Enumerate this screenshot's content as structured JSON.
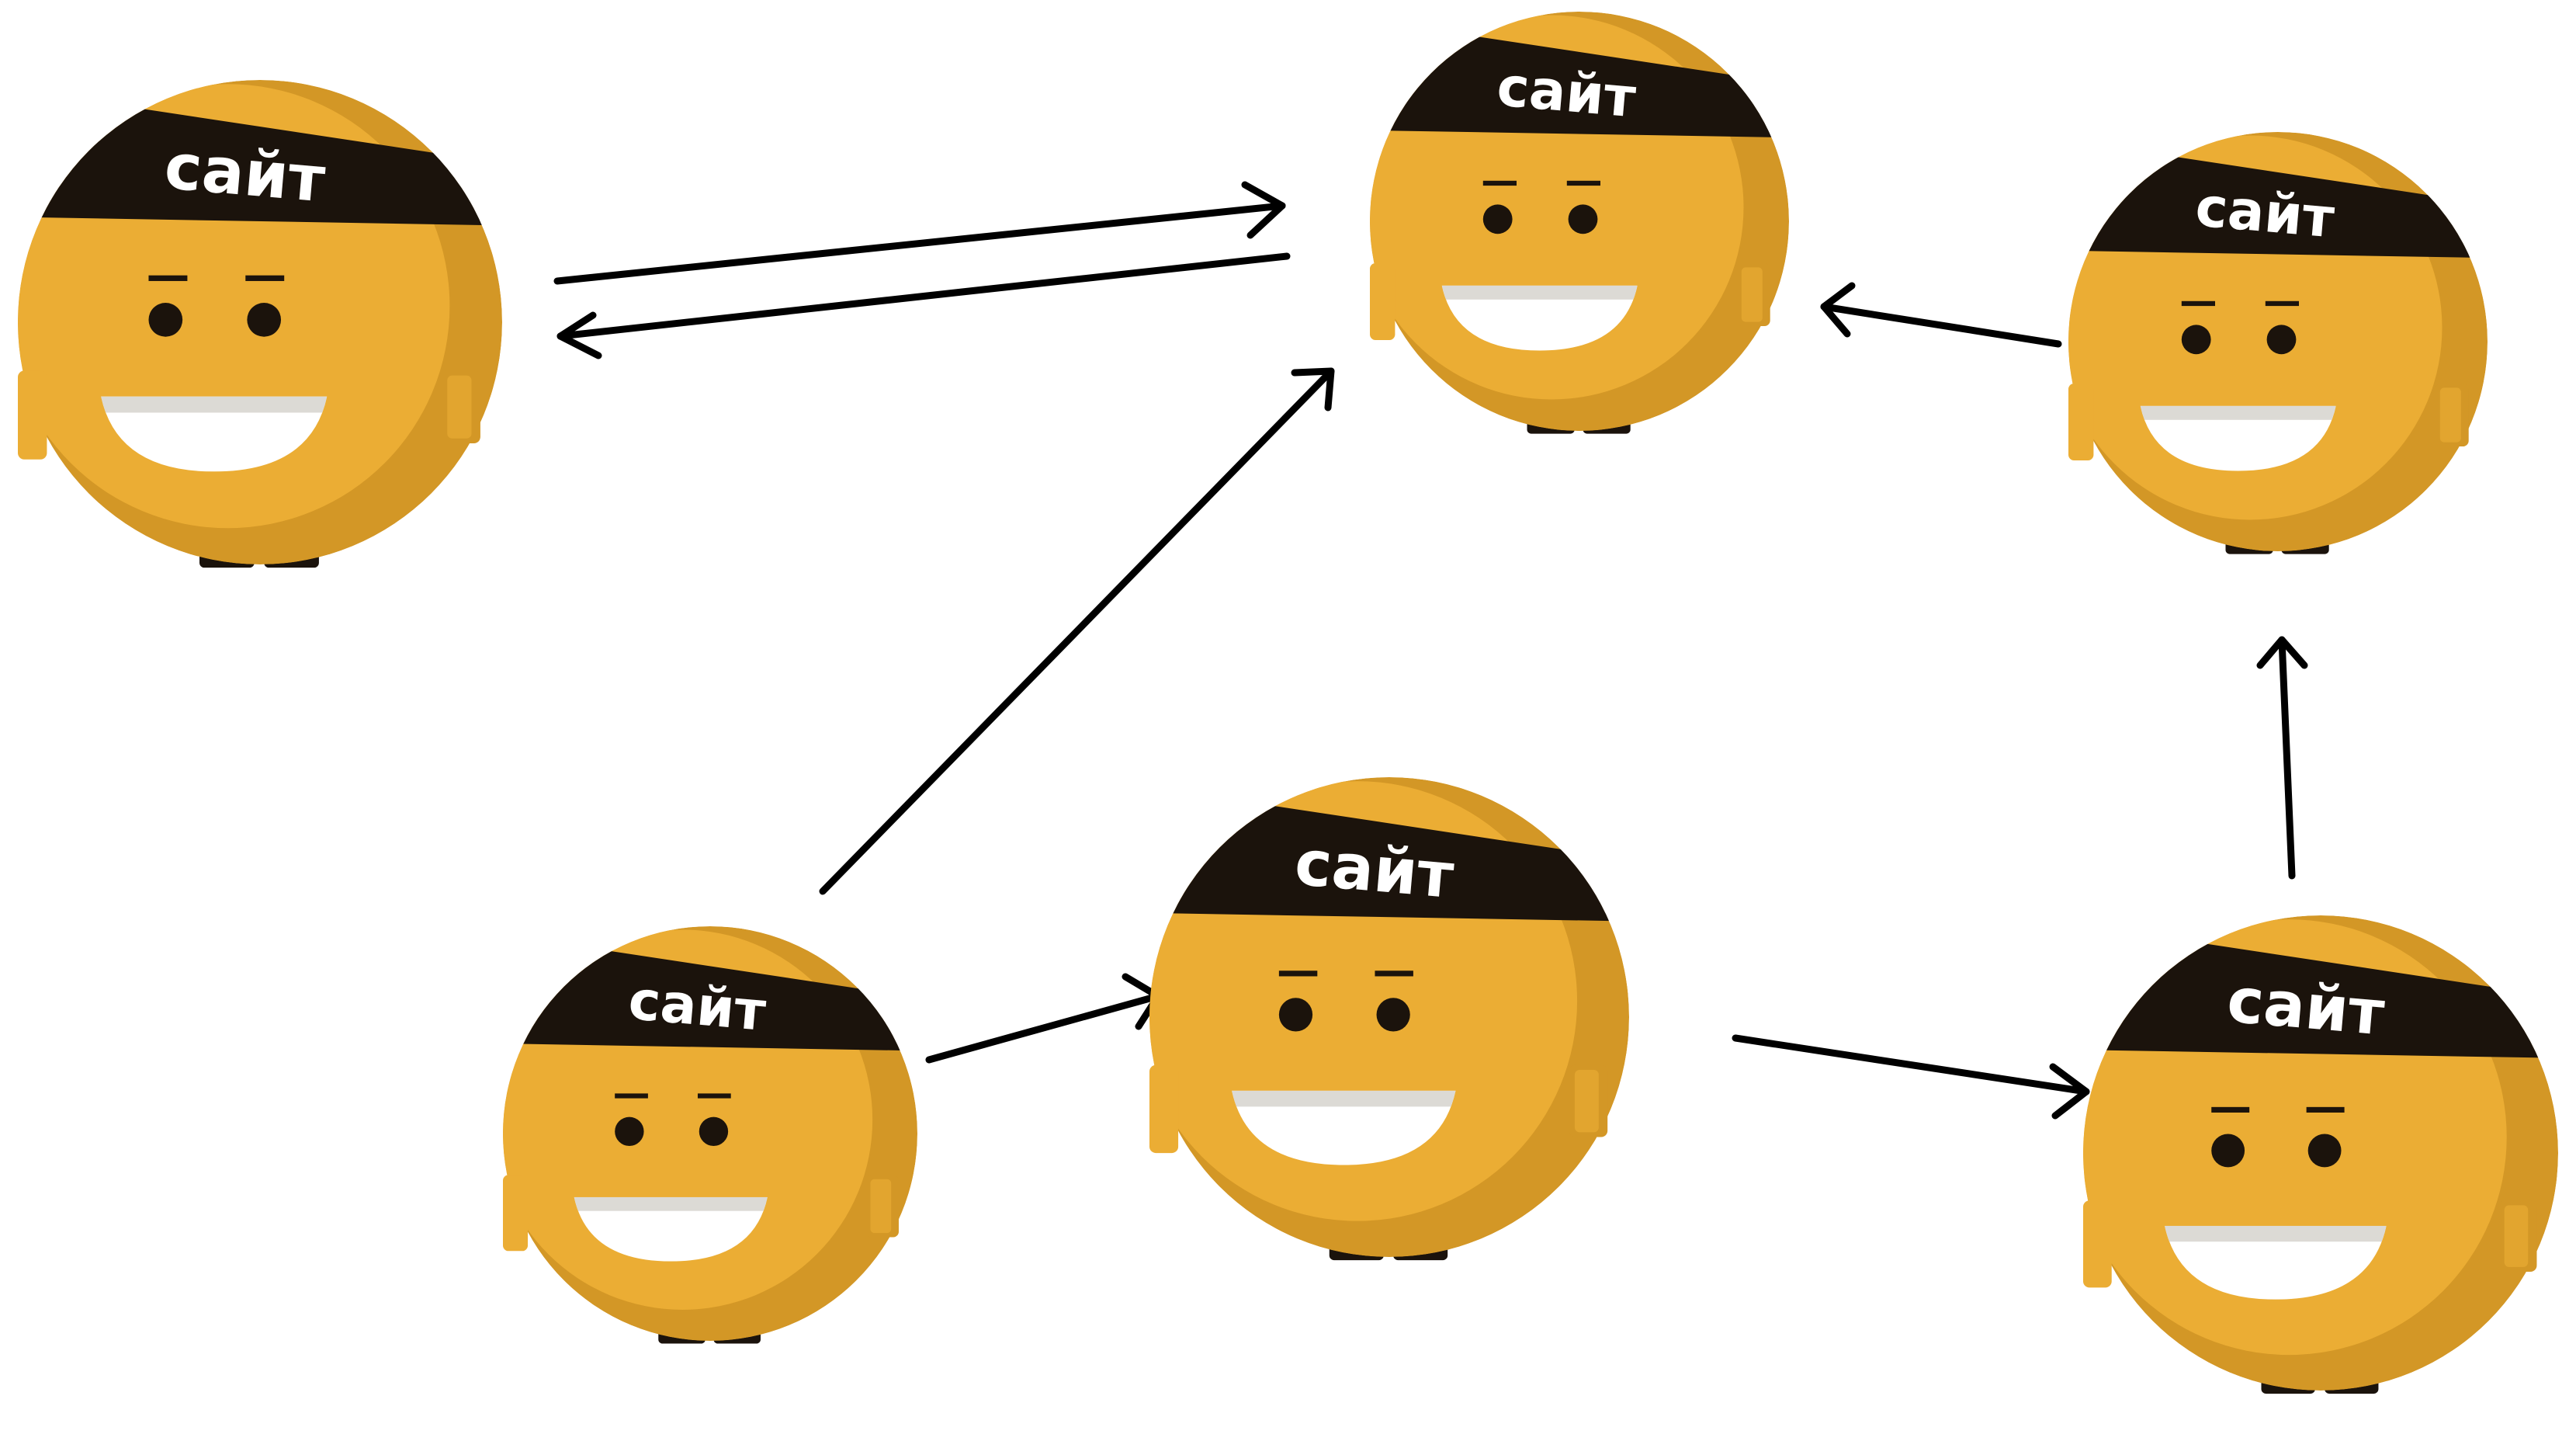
{
  "diagram": {
    "nodes": [
      {
        "id": "site-top-left",
        "label": "сайт"
      },
      {
        "id": "site-top-center",
        "label": "сайт"
      },
      {
        "id": "site-top-right",
        "label": "сайт"
      },
      {
        "id": "site-bottom-left",
        "label": "сайт"
      },
      {
        "id": "site-bottom-center",
        "label": "сайт"
      },
      {
        "id": "site-bottom-right",
        "label": "сайт"
      }
    ],
    "links": [
      {
        "from": "site-top-left",
        "to": "site-top-center"
      },
      {
        "from": "site-top-center",
        "to": "site-top-left"
      },
      {
        "from": "site-top-right",
        "to": "site-top-center"
      },
      {
        "from": "site-bottom-left",
        "to": "site-top-center"
      },
      {
        "from": "site-bottom-left",
        "to": "site-bottom-center"
      },
      {
        "from": "site-bottom-center",
        "to": "site-bottom-right"
      },
      {
        "from": "site-bottom-right",
        "to": "site-top-right"
      }
    ]
  },
  "colors": {
    "body": "#ebad34",
    "body_shade": "#d39726",
    "headband": "#1b130c",
    "smile": "#ffffff",
    "smile_shade": "#dcdad5",
    "eyes": "#1b130c",
    "feet": "#1b130c",
    "arrow": "#000000"
  }
}
